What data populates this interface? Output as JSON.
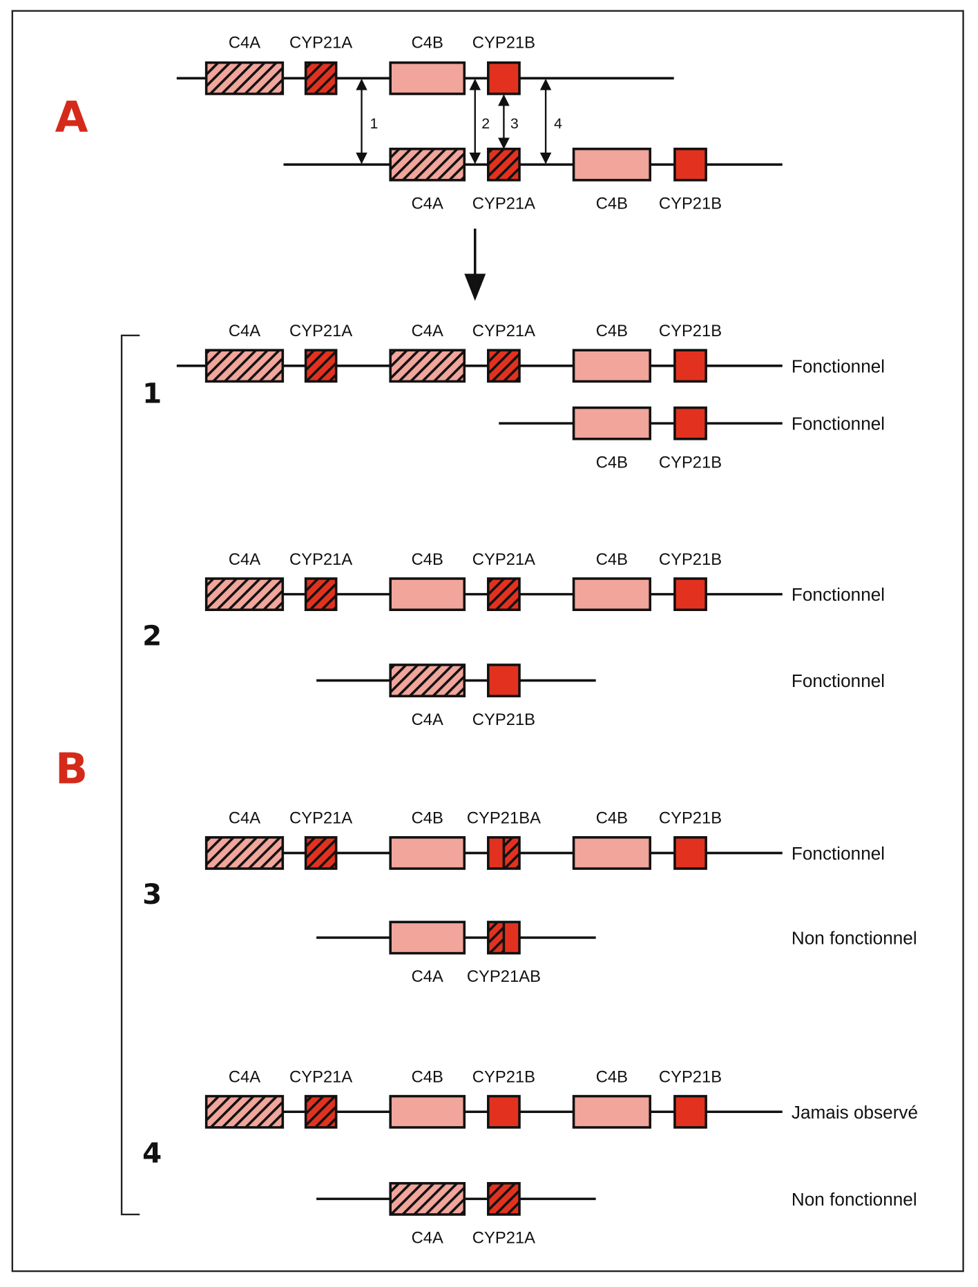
{
  "colors": {
    "light": "#f1a59b",
    "dark": "#e2321f",
    "hatch": "#111111",
    "panel_letter": "#d42a1a"
  },
  "panels": {
    "a_label": "A",
    "b_label": "B"
  },
  "panel_a": {
    "top": {
      "genes": [
        [
          "C4A",
          "hatch-light"
        ],
        [
          "CYP21A",
          "hatch-dark"
        ],
        [
          "C4B",
          "light"
        ],
        [
          "CYP21B",
          "dark"
        ]
      ]
    },
    "bottom": {
      "genes": [
        [
          "C4A",
          "hatch-light"
        ],
        [
          "CYP21A",
          "hatch-dark"
        ],
        [
          "C4B",
          "light"
        ],
        [
          "CYP21B",
          "dark"
        ]
      ]
    },
    "crossover_labels": [
      "1",
      "2",
      "3",
      "4"
    ]
  },
  "panel_b": {
    "cases": [
      {
        "number": "1",
        "top": {
          "genes": [
            [
              "C4A",
              "hatch-light"
            ],
            [
              "CYP21A",
              "hatch-dark"
            ],
            [
              "C4A",
              "hatch-light"
            ],
            [
              "CYP21A",
              "hatch-dark"
            ],
            [
              "C4B",
              "light"
            ],
            [
              "CYP21B",
              "dark"
            ]
          ],
          "status": "Fonctionnel"
        },
        "bottom": {
          "genes": [
            [
              "C4B",
              "light"
            ],
            [
              "CYP21B",
              "dark"
            ]
          ],
          "status": "Fonctionnel"
        }
      },
      {
        "number": "2",
        "top": {
          "genes": [
            [
              "C4A",
              "hatch-light"
            ],
            [
              "CYP21A",
              "hatch-dark"
            ],
            [
              "C4B",
              "light"
            ],
            [
              "CYP21A",
              "hatch-dark"
            ],
            [
              "C4B",
              "light"
            ],
            [
              "CYP21B",
              "dark"
            ]
          ],
          "status": "Fonctionnel"
        },
        "bottom": {
          "genes": [
            [
              "C4A",
              "hatch-light"
            ],
            [
              "CYP21B",
              "dark"
            ]
          ],
          "status": "Fonctionnel"
        }
      },
      {
        "number": "3",
        "top": {
          "genes": [
            [
              "C4A",
              "hatch-light"
            ],
            [
              "CYP21A",
              "hatch-dark"
            ],
            [
              "C4B",
              "light"
            ],
            [
              "CYP21BA",
              "split-ba"
            ],
            [
              "C4B",
              "light"
            ],
            [
              "CYP21B",
              "dark"
            ]
          ],
          "status": "Fonctionnel"
        },
        "bottom": {
          "genes": [
            [
              "C4A",
              "light"
            ],
            [
              "CYP21AB",
              "split-ab"
            ]
          ],
          "status": "Non fonctionnel"
        }
      },
      {
        "number": "4",
        "top": {
          "genes": [
            [
              "C4A",
              "hatch-light"
            ],
            [
              "CYP21A",
              "hatch-dark"
            ],
            [
              "C4B",
              "light"
            ],
            [
              "CYP21B",
              "dark"
            ],
            [
              "C4B",
              "light"
            ],
            [
              "CYP21B",
              "dark"
            ]
          ],
          "status": "Jamais observé"
        },
        "bottom": {
          "genes": [
            [
              "C4A",
              "hatch-light"
            ],
            [
              "CYP21A",
              "hatch-dark"
            ]
          ],
          "status": "Non fonctionnel"
        }
      }
    ]
  }
}
